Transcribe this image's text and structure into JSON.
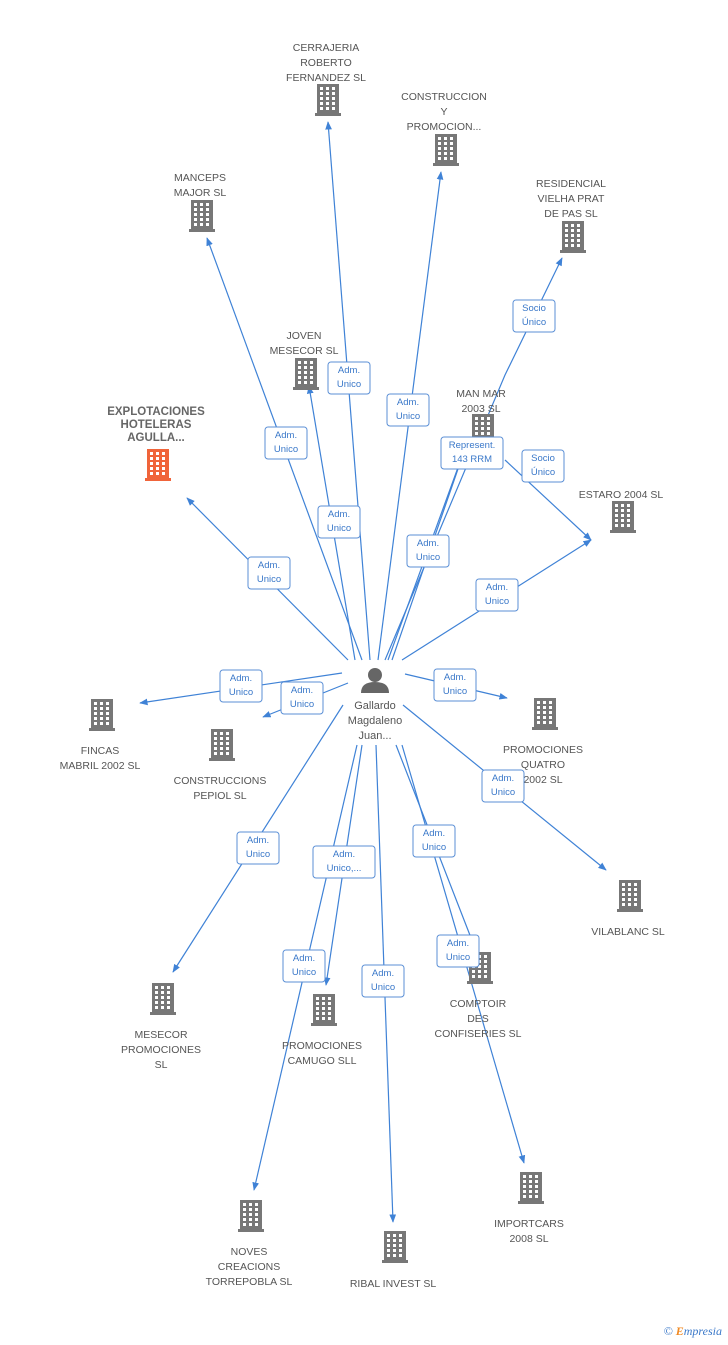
{
  "colors": {
    "edge": "#3f82d6",
    "node": "#777777",
    "highlight": "#f0643a",
    "relation_text": "#3a78c9"
  },
  "center": {
    "icon": "person-icon",
    "lines": [
      "Gallardo",
      "Magdaleno",
      "Juan..."
    ]
  },
  "companies": [
    {
      "id": "cerrajeria",
      "lines": [
        "CERRAJERIA",
        "ROBERTO",
        "FERNANDEZ SL"
      ],
      "highlight": false
    },
    {
      "id": "construccion-promocion",
      "lines": [
        "CONSTRUCCION",
        "Y",
        "PROMOCION..."
      ],
      "highlight": false
    },
    {
      "id": "manceps",
      "lines": [
        "MANCEPS",
        "MAJOR SL"
      ],
      "highlight": false
    },
    {
      "id": "residencial",
      "lines": [
        "RESIDENCIAL",
        "VIELHA PRAT",
        "DE PAS SL"
      ],
      "highlight": false
    },
    {
      "id": "joven-mesecor",
      "lines": [
        "JOVEN",
        "MESECOR  SL"
      ],
      "highlight": false
    },
    {
      "id": "explotaciones",
      "lines": [
        "EXPLOTACIONES",
        "HOTELERAS",
        "AGULLA..."
      ],
      "highlight": true
    },
    {
      "id": "man-mar",
      "lines": [
        "MAN MAR",
        "2003 SL"
      ],
      "highlight": false
    },
    {
      "id": "estaro",
      "lines": [
        "ESTARO 2004 SL"
      ],
      "highlight": false
    },
    {
      "id": "fincas",
      "lines": [
        "FINCAS",
        "MABRIL 2002 SL"
      ],
      "highlight": false
    },
    {
      "id": "construccions-pepiol",
      "lines": [
        "CONSTRUCCIONS",
        "PEPIOL SL"
      ],
      "highlight": false
    },
    {
      "id": "promociones-quatro",
      "lines": [
        "PROMOCIONES",
        "QUATRO",
        "2002 SL"
      ],
      "highlight": false
    },
    {
      "id": "vilablanc",
      "lines": [
        "VILABLANC SL"
      ],
      "highlight": false
    },
    {
      "id": "mesecor-promociones",
      "lines": [
        "MESECOR",
        "PROMOCIONES",
        "SL"
      ],
      "highlight": false
    },
    {
      "id": "promociones-camugo",
      "lines": [
        "PROMOCIONES",
        "CAMUGO SLL"
      ],
      "highlight": false
    },
    {
      "id": "comptoir",
      "lines": [
        "COMPTOIR",
        "DES",
        "CONFISERIES SL"
      ],
      "highlight": false
    },
    {
      "id": "importcars",
      "lines": [
        "IMPORTCARS",
        "2008 SL"
      ],
      "highlight": false
    },
    {
      "id": "noves-creacions",
      "lines": [
        "NOVES",
        "CREACIONS",
        "TORREPOBLA SL"
      ],
      "highlight": false
    },
    {
      "id": "ribal-invest",
      "lines": [
        "RIBAL INVEST SL"
      ],
      "highlight": false
    }
  ],
  "relations": [
    {
      "target": "cerrajeria",
      "lines": [
        "Adm.",
        "Unico"
      ]
    },
    {
      "target": "construccion-promocion",
      "lines": [
        "Adm.",
        "Unico"
      ]
    },
    {
      "target": "manceps",
      "lines": [
        "Adm.",
        "Unico"
      ]
    },
    {
      "target": "residencial",
      "lines": [
        "Socio",
        "Único"
      ]
    },
    {
      "target": "joven-mesecor",
      "lines": [
        "Adm.",
        "Unico"
      ]
    },
    {
      "target": "explotaciones",
      "lines": [
        "Adm.",
        "Unico"
      ]
    },
    {
      "target": "man-mar",
      "lines": [
        "Represent.",
        "143 RRM"
      ]
    },
    {
      "target": "man-mar",
      "lines": [
        "Adm.",
        "Unico"
      ]
    },
    {
      "target": "estaro",
      "lines": [
        "Socio",
        "Único"
      ]
    },
    {
      "target": "estaro",
      "lines": [
        "Adm.",
        "Unico"
      ]
    },
    {
      "target": "fincas",
      "lines": [
        "Adm.",
        "Unico"
      ]
    },
    {
      "target": "construccions-pepiol",
      "lines": [
        "Adm.",
        "Unico"
      ]
    },
    {
      "target": "promociones-quatro",
      "lines": [
        "Adm.",
        "Unico"
      ]
    },
    {
      "target": "vilablanc",
      "lines": [
        "Adm.",
        "Unico"
      ]
    },
    {
      "target": "mesecor-promociones",
      "lines": [
        "Adm.",
        "Unico"
      ]
    },
    {
      "target": "promociones-camugo",
      "lines": [
        "Adm.",
        "Unico,..."
      ]
    },
    {
      "target": "noves-creacions",
      "lines": [
        "Adm.",
        "Unico"
      ]
    },
    {
      "target": "ribal-invest",
      "lines": [
        "Adm.",
        "Unico"
      ]
    },
    {
      "target": "comptoir",
      "lines": [
        "Adm.",
        "Unico"
      ]
    },
    {
      "target": "importcars",
      "lines": [
        "Adm.",
        "Unico"
      ]
    }
  ],
  "brand": {
    "symbol": "©",
    "e": "E",
    "rest": "mpresia"
  }
}
